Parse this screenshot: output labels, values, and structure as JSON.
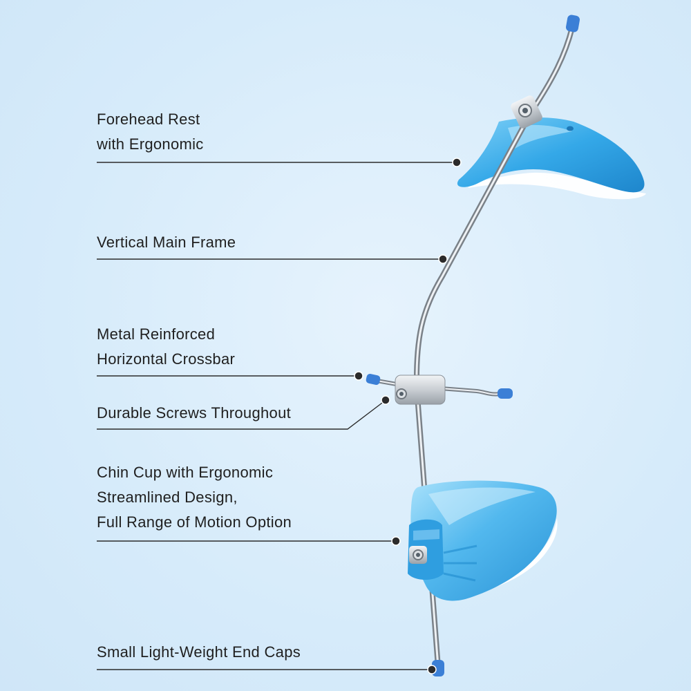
{
  "callouts": [
    {
      "id": "forehead-rest",
      "lines": [
        "Forehead Rest",
        "with Ergonomic"
      ]
    },
    {
      "id": "vertical-main-frame",
      "lines": [
        "Vertical Main Frame"
      ]
    },
    {
      "id": "crossbar",
      "lines": [
        "Metal Reinforced",
        "Horizontal Crossbar"
      ]
    },
    {
      "id": "screws",
      "lines": [
        "Durable Screws Throughout"
      ]
    },
    {
      "id": "chin-cup",
      "lines": [
        "Chin Cup with Ergonomic",
        "Streamlined Design,",
        "Full Range of Motion Option"
      ]
    },
    {
      "id": "end-caps",
      "lines": [
        "Small Light-Weight End Caps"
      ]
    }
  ],
  "colors": {
    "cup_blue": "#33a9e8",
    "cap_blue": "#3b7fd6",
    "leader_line": "#2b2b2b"
  }
}
